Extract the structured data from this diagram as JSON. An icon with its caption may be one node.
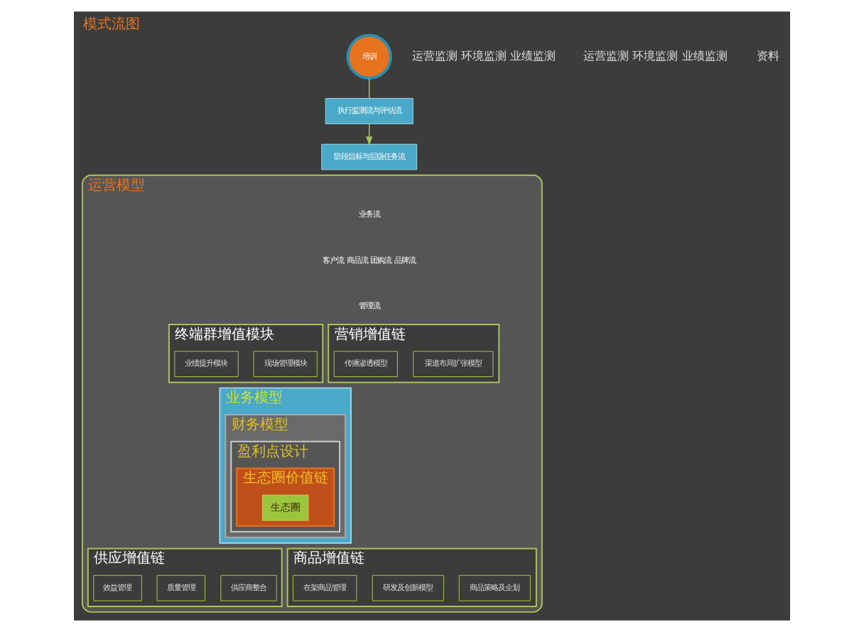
{
  "diagram": {
    "title": "模式流图",
    "nodes": [
      {
        "text": [
          "培训"
        ]
      },
      {
        "text": [
          "执行监测流与评估流"
        ]
      },
      {
        "text": [
          "阶段目标与层级任务流"
        ]
      },
      {
        "text": [
          "运营模型"
        ]
      },
      {
        "text": [
          "终端群增值模块"
        ],
        "in": 3
      },
      {
        "text": [
          "现场管理模块"
        ],
        "in": 4
      },
      {
        "text": [
          "业绩提升模块"
        ],
        "in": 4
      },
      {
        "text": [
          "营销增值链"
        ],
        "in": 3
      },
      {
        "text": [
          "渠道布局扩张模型"
        ],
        "in": 7
      },
      {
        "text": [
          "传播渗透模型"
        ],
        "in": 7
      },
      {
        "text": [
          "业务模型"
        ],
        "in": 3
      },
      {
        "text": [
          "财务模型"
        ],
        "in": 10
      },
      {
        "text": [
          "盈利点设计"
        ],
        "in": 11
      },
      {
        "text": [
          "生态圈价值链"
        ],
        "in": 12
      },
      {
        "text": [
          "生态圈"
        ],
        "in": 13
      },
      {
        "text": [
          "供应增值链"
        ],
        "in": 3
      },
      {
        "text": [
          "供应商整合"
        ],
        "in": 15
      },
      {
        "text": [
          "质量管理"
        ],
        "in": 15
      },
      {
        "text": [
          "效益管理"
        ],
        "in": 15
      },
      {
        "text": [
          "商品增值链"
        ],
        "in": 3
      },
      {
        "text": [
          "商品策略及企划"
        ],
        "in": 19
      },
      {
        "text": [
          "研发及创新模型"
        ],
        "in": 19
      },
      {
        "text": [
          "在架商品管理"
        ],
        "in": 19
      }
    ],
    "edges": [
      {
        "from": 0,
        "to": 1,
        "arrow": "none"
      },
      {
        "from": 1,
        "to": 2,
        "arrow": "to"
      }
    ],
    "labels": [
      "运营监测 环境监测 业绩监测",
      "运营监测 环境监测 业绩监测",
      "业务流",
      "客户流 商品流 团购流 品牌流",
      "管理流",
      "资料"
    ]
  }
}
